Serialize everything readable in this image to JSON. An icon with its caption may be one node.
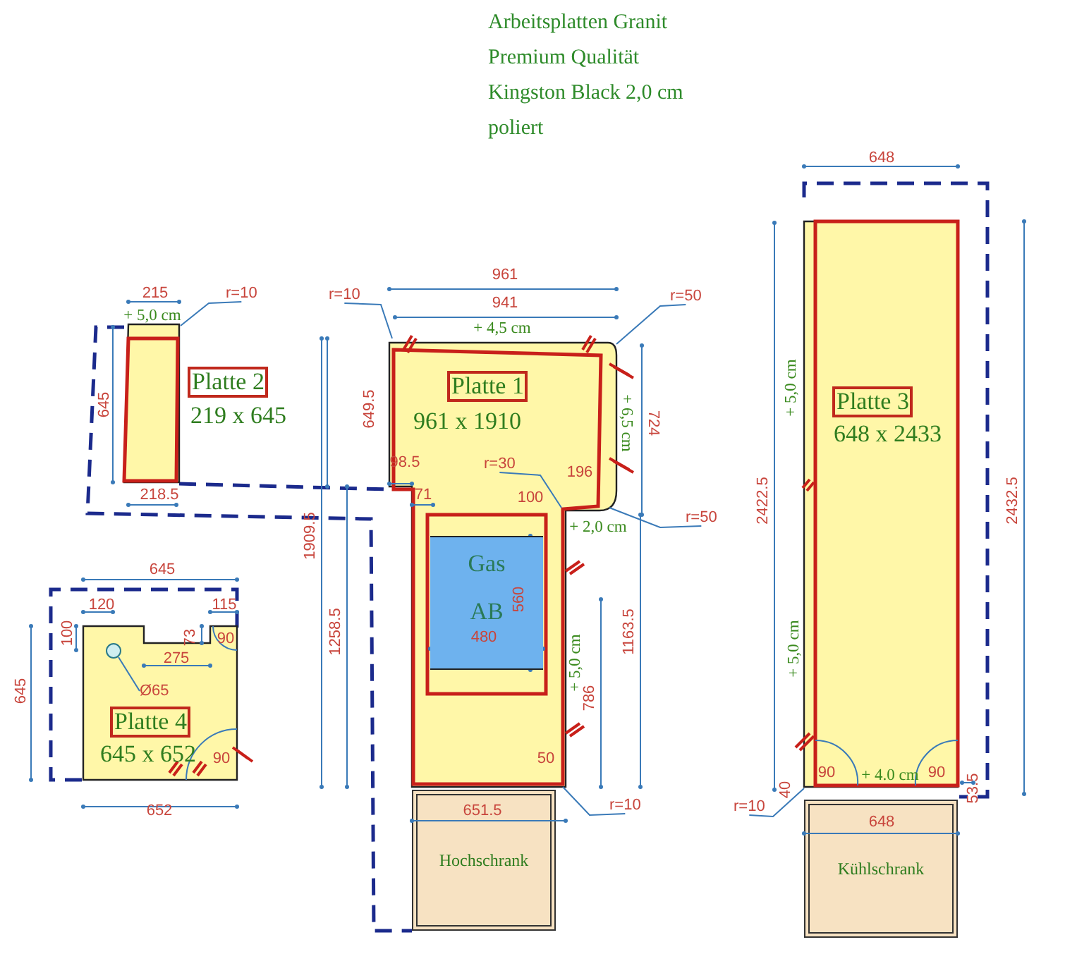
{
  "diagram": {
    "title": "Arbeitsplatten Granit Premium Qualität Kingston Black 2,0 cm poliert",
    "nodes": [
      {
        "text": [
          "Platte 1",
          "961 x 1910"
        ]
      },
      {
        "text": [
          "Gas AB"
        ],
        "in": 0
      },
      {
        "text": [
          "Platte 2",
          "219 x 645"
        ]
      },
      {
        "text": [
          "Platte 3",
          "648 x 2433"
        ]
      },
      {
        "text": [
          "Platte 4",
          "645 x 652"
        ]
      },
      {
        "text": [],
        "shape": "circle",
        "in": 4
      },
      {
        "text": [
          "Hochschrank"
        ]
      },
      {
        "text": [
          "Kühlschrank"
        ]
      },
      {
        "text": [
          "r=10"
        ]
      },
      {
        "text": [
          "r=10"
        ]
      },
      {
        "text": [
          "r=50"
        ]
      },
      {
        "text": [
          "r=30"
        ],
        "in": 0
      },
      {
        "text": [
          "r=50"
        ]
      },
      {
        "text": [
          "r=10"
        ]
      },
      {
        "text": [
          "r=10"
        ]
      },
      {
        "text": [
          "Ø65"
        ],
        "in": 4
      }
    ],
    "edges": [
      {
        "from": 8,
        "to": 2,
        "arrow": "none"
      },
      {
        "from": 9,
        "to": 0,
        "arrow": "none"
      },
      {
        "from": 10,
        "to": 0,
        "arrow": "none"
      },
      {
        "from": 11,
        "to": 0,
        "arrow": "none"
      },
      {
        "from": 12,
        "to": 0,
        "arrow": "none"
      },
      {
        "from": 13,
        "to": 0,
        "arrow": "none"
      },
      {
        "from": 14,
        "to": 3,
        "arrow": "none"
      },
      {
        "from": 15,
        "to": 5,
        "arrow": "none"
      }
    ],
    "labels": [
      "215",
      "+ 5,0 cm",
      "645",
      "218.5",
      "961",
      "941",
      "+ 4,5 cm",
      "649.5",
      "724",
      "+ 6,5 cm",
      "98.5",
      "71",
      "196",
      "100",
      "+ 2,0 cm",
      "1909.5",
      "1258.5",
      "560",
      "480",
      "+ 5,0 cm",
      "786",
      "1163.5",
      "50",
      "651.5",
      "648",
      "+ 5,0 cm",
      "2422.5",
      "2432.5",
      "+ 5,0 cm",
      "90",
      "+ 4.0 cm",
      "90",
      "40",
      "53.5",
      "648",
      "645",
      "120",
      "115",
      "100",
      "73",
      "90",
      "275",
      "645",
      "90",
      "652"
    ]
  }
}
